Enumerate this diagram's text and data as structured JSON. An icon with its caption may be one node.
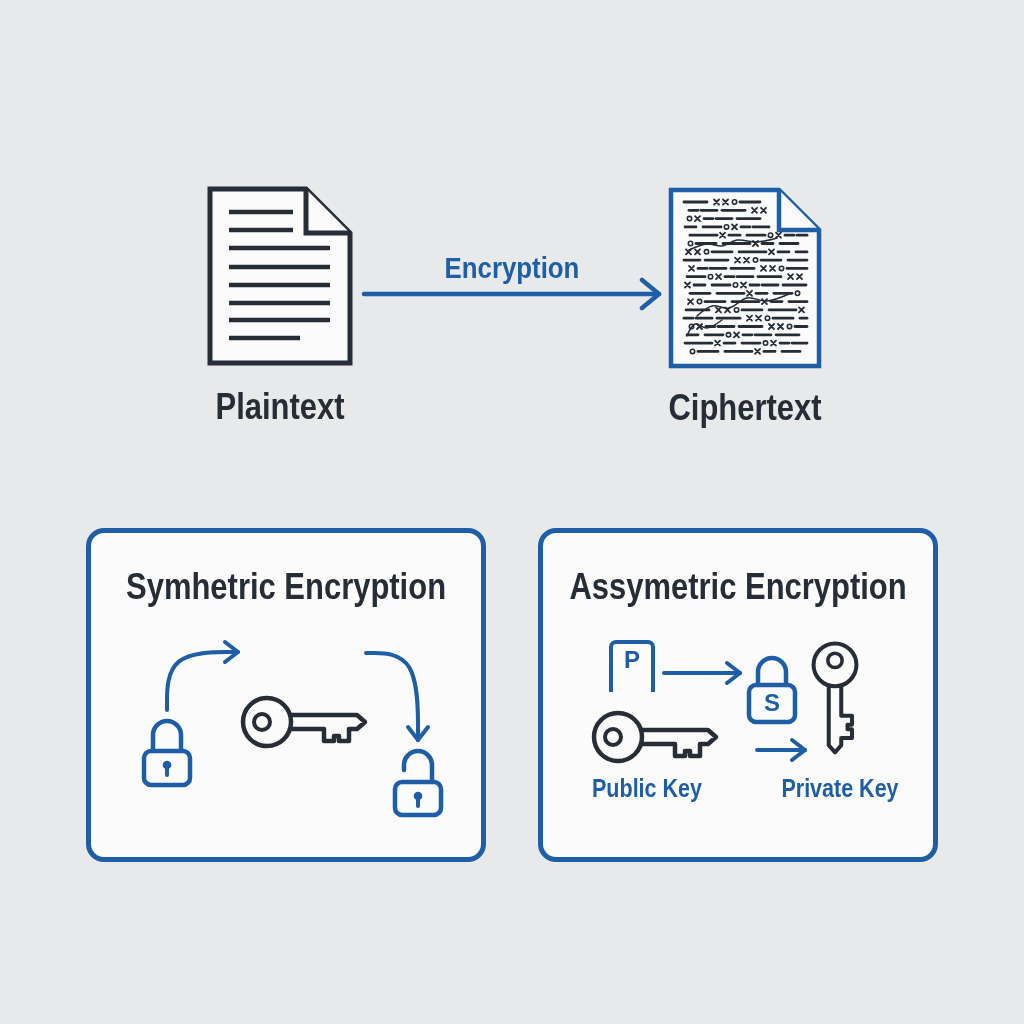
{
  "diagram": {
    "nodes": [
      {
        "text": [
          "Plaintext"
        ]
      },
      {
        "text": [
          "Ciphertext"
        ]
      },
      {
        "text": [
          "Symhetric Encryption"
        ]
      },
      {
        "text": [
          "Assymetric Encryption"
        ]
      },
      {
        "text": [],
        "shape": "padlock",
        "in": 2
      },
      {
        "text": [],
        "shape": "key",
        "in": 2
      },
      {
        "text": [],
        "shape": "padlock",
        "in": 2
      },
      {
        "text": [
          "P"
        ],
        "in": 3
      },
      {
        "text": [
          "S"
        ],
        "in": 3
      },
      {
        "text": [],
        "shape": "key",
        "in": 3,
        "beside": [
          "Public Key"
        ]
      },
      {
        "text": [],
        "shape": "key",
        "in": 3,
        "beside": [
          "Private Key"
        ]
      }
    ],
    "edges": [
      {
        "from": 0,
        "to": 1,
        "arrow": "to",
        "label": "Encryption"
      },
      {
        "from": 4,
        "to": null,
        "arrow": "to"
      },
      {
        "from": null,
        "to": 6,
        "arrow": "to"
      },
      {
        "from": 7,
        "to": 8,
        "arrow": "to"
      },
      {
        "from": null,
        "to": 10,
        "arrow": "to"
      }
    ]
  }
}
